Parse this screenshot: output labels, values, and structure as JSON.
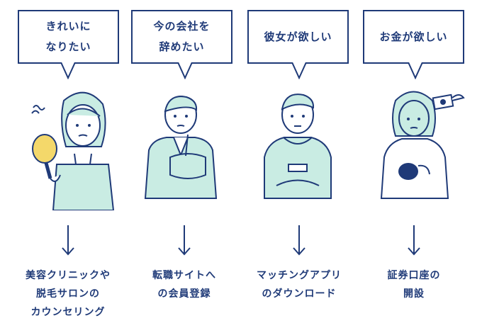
{
  "colors": {
    "ink": "#1f3a78",
    "fill": "#c9ece3",
    "skin": "#ffffff",
    "mirror": "#f4d86a"
  },
  "panels": [
    {
      "bubble": "きれいに\nなりたい",
      "caption": "美容クリニックや\n脱毛サロンの\nカウンセリング"
    },
    {
      "bubble": "今の会社を\n辞めたい",
      "caption": "転職サイトへ\nの会員登録"
    },
    {
      "bubble": "彼女が欲しい",
      "caption": "マッチングアプリ\nのダウンロード"
    },
    {
      "bubble": "お金が欲しい",
      "caption": "証券口座の\n開設"
    }
  ]
}
